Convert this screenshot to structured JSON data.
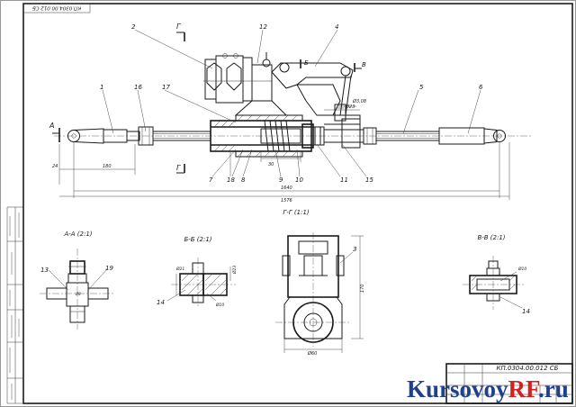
{
  "stamp": {
    "doc_code": "КП.0304.00.012 СБ",
    "doc_code_rotated": "КП.0304.00.012 СБ"
  },
  "watermark": {
    "part1": "Kursovoy",
    "part2": "RF",
    "part3": ".ru",
    "color_main": "#1f3f8f",
    "color_accent": "#d42020"
  },
  "sections": {
    "g": "Г-Г (1:1)",
    "a": "А-А (2:1)",
    "b": "Б-Б (2:1)",
    "v": "В-В (2:1)"
  },
  "markers": {
    "a": "А",
    "b": "Б",
    "v": "В",
    "g": "Г"
  },
  "callouts": {
    "n1": "1",
    "n2": "2",
    "n3": "3",
    "n4": "4",
    "n5": "5",
    "n6": "6",
    "n7": "7",
    "n8": "8",
    "n9": "9",
    "n10": "10",
    "n11": "11",
    "n12": "12",
    "n13": "13",
    "n14": "14",
    "n15": "15",
    "n16": "16",
    "n17": "17",
    "n18": "18",
    "n19": "19",
    "n14b": "14"
  },
  "dimensions": {
    "d_left": "24",
    "d_180": "180",
    "d_overall": "1640",
    "d_total": "1576",
    "d_stroke": "30",
    "d_ball": "Ø23",
    "d_ball2": "Ø3,08",
    "d_bb1": "Ø21",
    "d_bb2": "Ø10",
    "d_bb3": "Ø23",
    "d_gg_h": "170",
    "d_gg_w": "Ø60",
    "d_vv": "Ø10",
    "d_aa": "Ø8"
  }
}
